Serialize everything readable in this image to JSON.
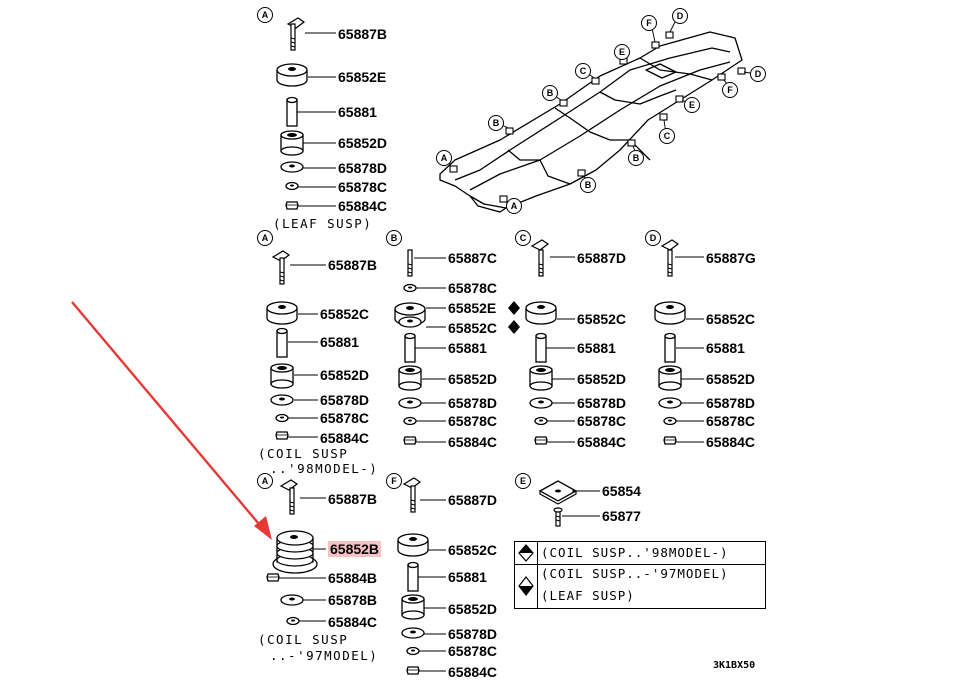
{
  "diagram_code": "3K1BX50",
  "group_a1": {
    "letter": "A",
    "caption": "(LEAF SUSP)",
    "parts": [
      "65887B",
      "65852E",
      "65881",
      "65852D",
      "65878D",
      "65878C",
      "65884C"
    ]
  },
  "group_a2": {
    "letter": "A",
    "caption_line1": "(COIL SUSP",
    "caption_line2": "..'98MODEL-)",
    "parts": [
      "65887B",
      "65852C",
      "65881",
      "65852D",
      "65878D",
      "65878C",
      "65884C"
    ]
  },
  "group_b": {
    "letter": "B",
    "parts": [
      "65887C",
      "65878C",
      "65852E",
      "65852C",
      "65881",
      "65852D",
      "65878D",
      "65878C",
      "65884C"
    ]
  },
  "group_c": {
    "letter": "C",
    "parts": [
      "65887D",
      "65852C",
      "65881",
      "65852D",
      "65878D",
      "65878C",
      "65884C"
    ]
  },
  "group_d": {
    "letter": "D",
    "parts": [
      "65887G",
      "65852C",
      "65881",
      "65852D",
      "65878D",
      "65878C",
      "65884C"
    ]
  },
  "group_a3": {
    "letter": "A",
    "caption_line1": "(COIL SUSP",
    "caption_line2": "..-'97MODEL)",
    "parts": [
      "65887B",
      "65852B",
      "65884B",
      "65878B",
      "65884C"
    ]
  },
  "group_f": {
    "letter": "F",
    "parts": [
      "65887D",
      "65852C",
      "65881",
      "65852D",
      "65878D",
      "65878C",
      "65884C"
    ]
  },
  "group_e": {
    "letter": "E",
    "parts": [
      "65854",
      "65877"
    ]
  },
  "legend": {
    "row1": "(COIL SUSP..'98MODEL-)",
    "row2": "(COIL SUSP..-'97MODEL)",
    "row3": "(LEAF SUSP)"
  },
  "frame_callouts": [
    "A",
    "B",
    "B",
    "C",
    "D",
    "D",
    "E",
    "E",
    "F",
    "F",
    "C",
    "B",
    "B",
    "A"
  ],
  "colors": {
    "arrow": "#e53935",
    "highlight": "#f7c2c2"
  }
}
